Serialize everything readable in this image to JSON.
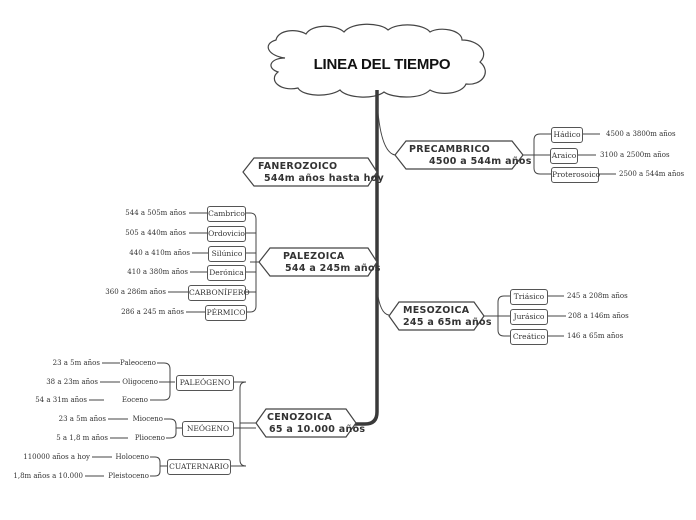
{
  "title": "LINEA DEL TIEMPO",
  "eons": {
    "precambrico": {
      "name": "PRECAMBRICO",
      "range": "4500 a 544m años",
      "eras": [
        {
          "name": "Hádico",
          "range": "4500 a 3800m años"
        },
        {
          "name": "Araico",
          "range": "3100 a 2500m años"
        },
        {
          "name": "Proterosoico",
          "range": "2500 a 544m años"
        }
      ]
    },
    "fanerozoico": {
      "name": "FANEROZOICO",
      "range": "544m años hasta hoy"
    }
  },
  "paleozoica": {
    "name": "PALEZOICA",
    "range": "544 a 245m años",
    "periods": [
      {
        "name": "Cambrico",
        "range": "544 a 505m años"
      },
      {
        "name": "Ordovicio",
        "range": "505 a 440m años"
      },
      {
        "name": "Silúnico",
        "range": "440 a 410m años"
      },
      {
        "name": "Derónica",
        "range": "410 a 380m años"
      },
      {
        "name": "CARBONÍFERO",
        "range": "360 a 286m años"
      },
      {
        "name": "PÉRMICO",
        "range": "286 a 245 m años"
      }
    ]
  },
  "mesozoica": {
    "name": "MESOZOICA",
    "range": "245 a 65m años",
    "periods": [
      {
        "name": "Triásico",
        "range": "245 a 208m años"
      },
      {
        "name": "Jurásico",
        "range": "208 a 146m años"
      },
      {
        "name": "Creático",
        "range": "146 a 65m años"
      }
    ]
  },
  "cenozoica": {
    "name": "CENOZOICA",
    "range": "65 a 10.000 años",
    "periods": [
      {
        "name": "PALEÓGENO",
        "epochs": [
          {
            "name": "Paleoceno",
            "range": "23 a 5m años"
          },
          {
            "name": "Oligoceno",
            "range": "38 a 23m años"
          },
          {
            "name": "Eoceno",
            "range": "54 a 31m años"
          }
        ]
      },
      {
        "name": "NEÓGENO",
        "epochs": [
          {
            "name": "Mioceno",
            "range": "23 a 5m años"
          },
          {
            "name": "Plioceno",
            "range": "5 a 1,8 m años"
          }
        ]
      },
      {
        "name": "CUATERNARIO",
        "epochs": [
          {
            "name": "Holoceno",
            "range": "110000 años a hoy"
          },
          {
            "name": "Pleistoceno",
            "range": "1,8m años a 10.000"
          }
        ]
      }
    ]
  }
}
